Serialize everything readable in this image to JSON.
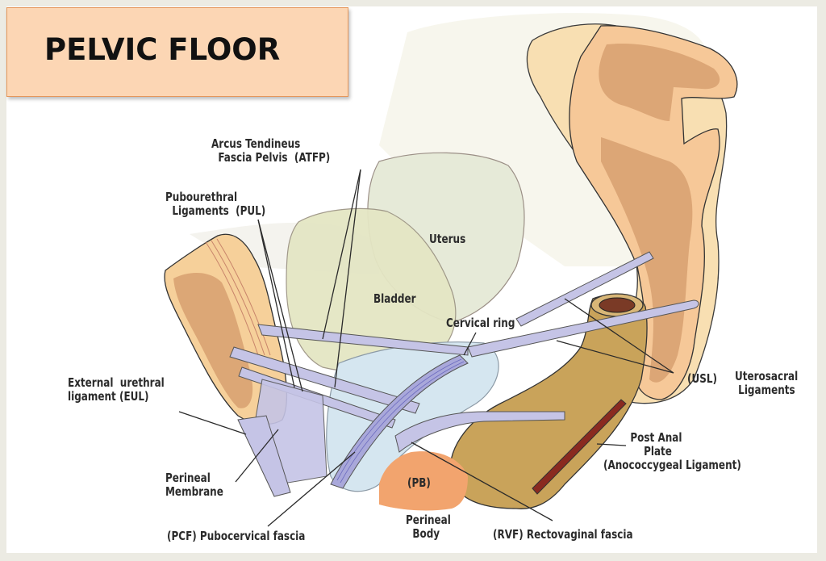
{
  "title": "PELVIC FLOOR",
  "colors": {
    "title_fill": "#fcd6b4",
    "title_border": "#e5965a",
    "frame": "#ecebe3",
    "bone": "#f6d09a",
    "bone_marrow": "#d9a272",
    "ligament": "#c5c4e6",
    "bladder": "#e4e6c4",
    "uterus": "#e6ead8",
    "vagina": "#d5e6f0",
    "rectum": "#c9a35a",
    "perineal_body": "#f2a46e",
    "anococcygeal": "#8a2a20"
  },
  "labels": {
    "atfp": "Arcus Tendineus\n  Fascia Pelvis  (ATFP)",
    "pul": "Pubourethral\n  Ligaments  (PUL)",
    "uterus": "Uterus",
    "bladder": "Bladder",
    "cervical_ring": "Cervical ring",
    "eul": "External  urethral\nligament (EUL)",
    "usl_abbr": "(USL)",
    "usl": "Uterosacral\n Ligaments",
    "post_anal": "        Post Anal\n            Plate\n(Anococcygeal Ligament)",
    "perineal_membrane": "Perineal\nMembrane",
    "pb": "(PB)",
    "perineal_body": "Perineal\n  Body",
    "pcf": "(PCF) Pubocervical fascia",
    "rvf": "(RVF) Rectovaginal fascia"
  }
}
